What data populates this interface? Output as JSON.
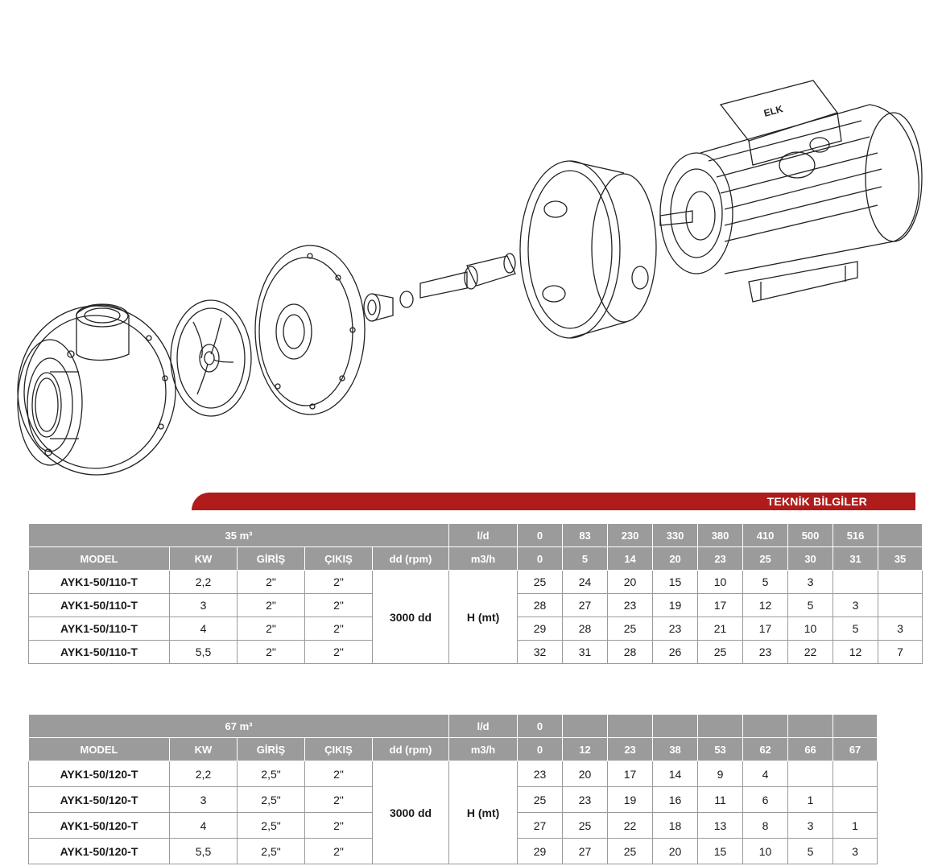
{
  "brand_text": "ELK",
  "section_title": "TEKNİK BİLGİLER",
  "colors": {
    "banner": "#b01b1b",
    "header": "#9b9b9b"
  },
  "table1": {
    "capacity_label": "35 m³",
    "ld_label": "l/d",
    "ld_values": [
      "0",
      "83",
      "230",
      "330",
      "380",
      "410",
      "500",
      "516",
      ""
    ],
    "headers": {
      "model": "MODEL",
      "kw": "KW",
      "giris": "GİRİŞ",
      "cikis": "ÇIKIŞ",
      "rpm": "dd (rpm)",
      "m3h": "m3/h"
    },
    "m3h_values": [
      "0",
      "5",
      "14",
      "20",
      "23",
      "25",
      "30",
      "31",
      "35"
    ],
    "speed": "3000 dd",
    "head_label": "H (mt)",
    "rows": [
      {
        "model": "AYK1-50/110-T",
        "kw": "2,2",
        "giris": "2\"",
        "cikis": "2\"",
        "h": [
          "25",
          "24",
          "20",
          "15",
          "10",
          "5",
          "3",
          "",
          ""
        ]
      },
      {
        "model": "AYK1-50/110-T",
        "kw": "3",
        "giris": "2\"",
        "cikis": "2\"",
        "h": [
          "28",
          "27",
          "23",
          "19",
          "17",
          "12",
          "5",
          "3",
          ""
        ]
      },
      {
        "model": "AYK1-50/110-T",
        "kw": "4",
        "giris": "2\"",
        "cikis": "2\"",
        "h": [
          "29",
          "28",
          "25",
          "23",
          "21",
          "17",
          "10",
          "5",
          "3"
        ]
      },
      {
        "model": "AYK1-50/110-T",
        "kw": "5,5",
        "giris": "2\"",
        "cikis": "2\"",
        "h": [
          "32",
          "31",
          "28",
          "26",
          "25",
          "23",
          "22",
          "12",
          "7"
        ]
      }
    ]
  },
  "table2": {
    "capacity_label": "67 m³",
    "ld_label": "l/d",
    "ld_values": [
      "0",
      "",
      "",
      "",
      "",
      "",
      "",
      ""
    ],
    "headers": {
      "model": "MODEL",
      "kw": "KW",
      "giris": "GİRİŞ",
      "cikis": "ÇIKIŞ",
      "rpm": "dd (rpm)",
      "m3h": "m3/h"
    },
    "m3h_values": [
      "0",
      "12",
      "23",
      "38",
      "53",
      "62",
      "66",
      "67"
    ],
    "speed": "3000 dd",
    "head_label": "H (mt)",
    "rows": [
      {
        "model": "AYK1-50/120-T",
        "kw": "2,2",
        "giris": "2,5\"",
        "cikis": "2\"",
        "h": [
          "23",
          "20",
          "17",
          "14",
          "9",
          "4",
          "",
          ""
        ]
      },
      {
        "model": "AYK1-50/120-T",
        "kw": "3",
        "giris": "2,5\"",
        "cikis": "2\"",
        "h": [
          "25",
          "23",
          "19",
          "16",
          "11",
          "6",
          "1",
          ""
        ]
      },
      {
        "model": "AYK1-50/120-T",
        "kw": "4",
        "giris": "2,5\"",
        "cikis": "2\"",
        "h": [
          "27",
          "25",
          "22",
          "18",
          "13",
          "8",
          "3",
          "1"
        ]
      },
      {
        "model": "AYK1-50/120-T",
        "kw": "5,5",
        "giris": "2,5\"",
        "cikis": "2\"",
        "h": [
          "29",
          "27",
          "25",
          "20",
          "15",
          "10",
          "5",
          "3"
        ]
      }
    ]
  }
}
